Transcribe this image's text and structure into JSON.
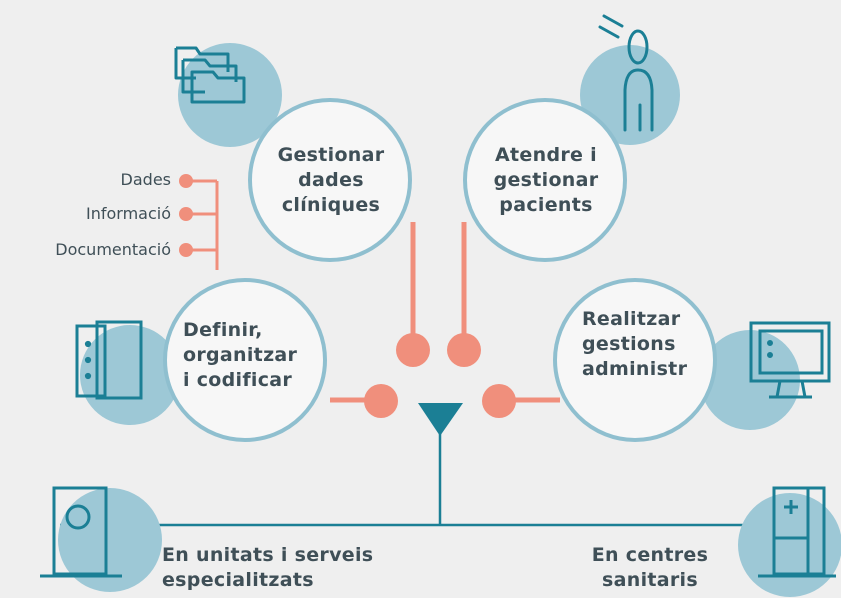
{
  "colors": {
    "background": "#efefef",
    "circle_stroke": "#8fbfcf",
    "circle_fill": "#f7f7f7",
    "blob": "#9dc8d6",
    "coral": "#f08f7c",
    "teal": "#1b7f95",
    "text": "#3f4f57"
  },
  "nodes": {
    "dades": {
      "lines": [
        "Gestionar",
        "dades",
        "clíniques"
      ],
      "icon": "folder-icon"
    },
    "pacients": {
      "lines": [
        "Atendre i",
        "gestionar",
        "pacients"
      ],
      "icon": "person-icon"
    },
    "codificar": {
      "lines": [
        "Definir,",
        "organitzar",
        "i codificar"
      ],
      "icon": "cabinet-icon"
    },
    "administratives": {
      "lines": [
        "Realitzar",
        "gestions",
        "administr"
      ],
      "icon": "monitor-icon"
    }
  },
  "side_list": [
    "Dades",
    "Informació",
    "Documentació"
  ],
  "bottom": {
    "left": {
      "lines": [
        "En unitats i serveis",
        "especialitzats"
      ],
      "icon": "door-icon"
    },
    "right": {
      "lines": [
        "En centres",
        "sanitaris"
      ],
      "icon": "hospital-icon"
    }
  }
}
